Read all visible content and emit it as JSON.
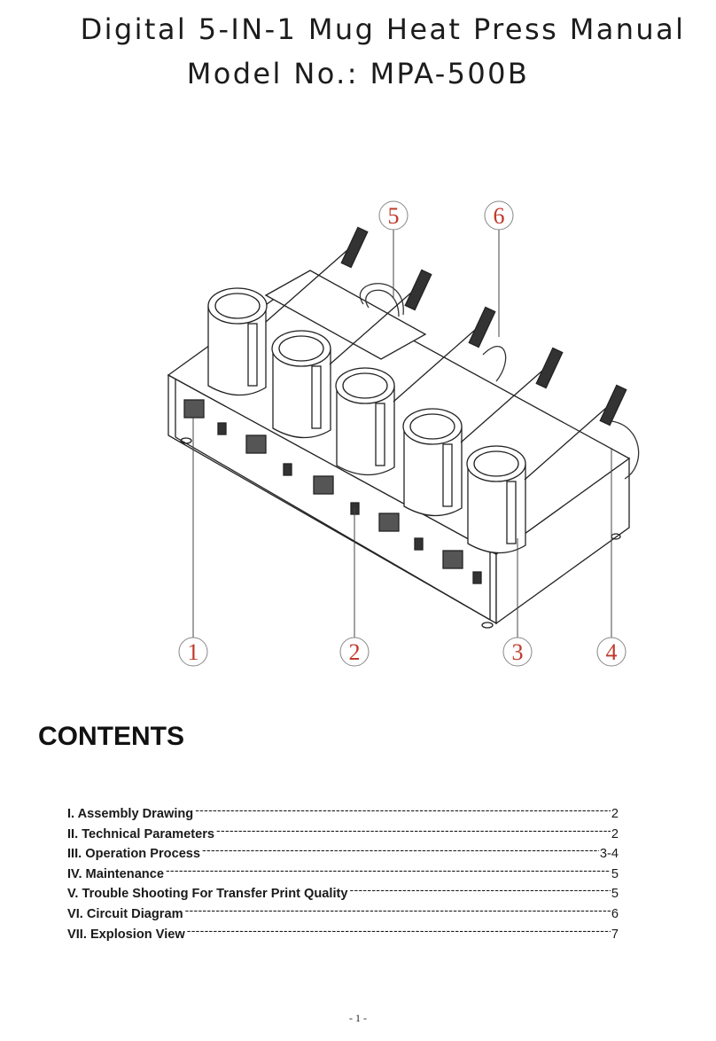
{
  "header": {
    "title": "Digital 5-IN-1 Mug Heat Press Manual",
    "model": "Model No.: MPA-500B"
  },
  "figure": {
    "callouts": [
      "1",
      "2",
      "3",
      "4",
      "5",
      "6"
    ],
    "callout_color": "#c0392b"
  },
  "contents": {
    "heading": "CONTENTS",
    "items": [
      {
        "label": "I. Assembly Drawing",
        "page": "2"
      },
      {
        "label": "II. Technical Parameters",
        "page": "2"
      },
      {
        "label": "III. Operation Process",
        "page": "3-4"
      },
      {
        "label": "IV. Maintenance",
        "page": "5"
      },
      {
        "label": "V. Trouble Shooting For Transfer Print Quality",
        "page": "5"
      },
      {
        "label": "VI. Circuit Diagram",
        "page": "6"
      },
      {
        "label": "VII. Explosion View",
        "page": "7"
      }
    ]
  },
  "footer": {
    "page_number": "- 1 -"
  }
}
